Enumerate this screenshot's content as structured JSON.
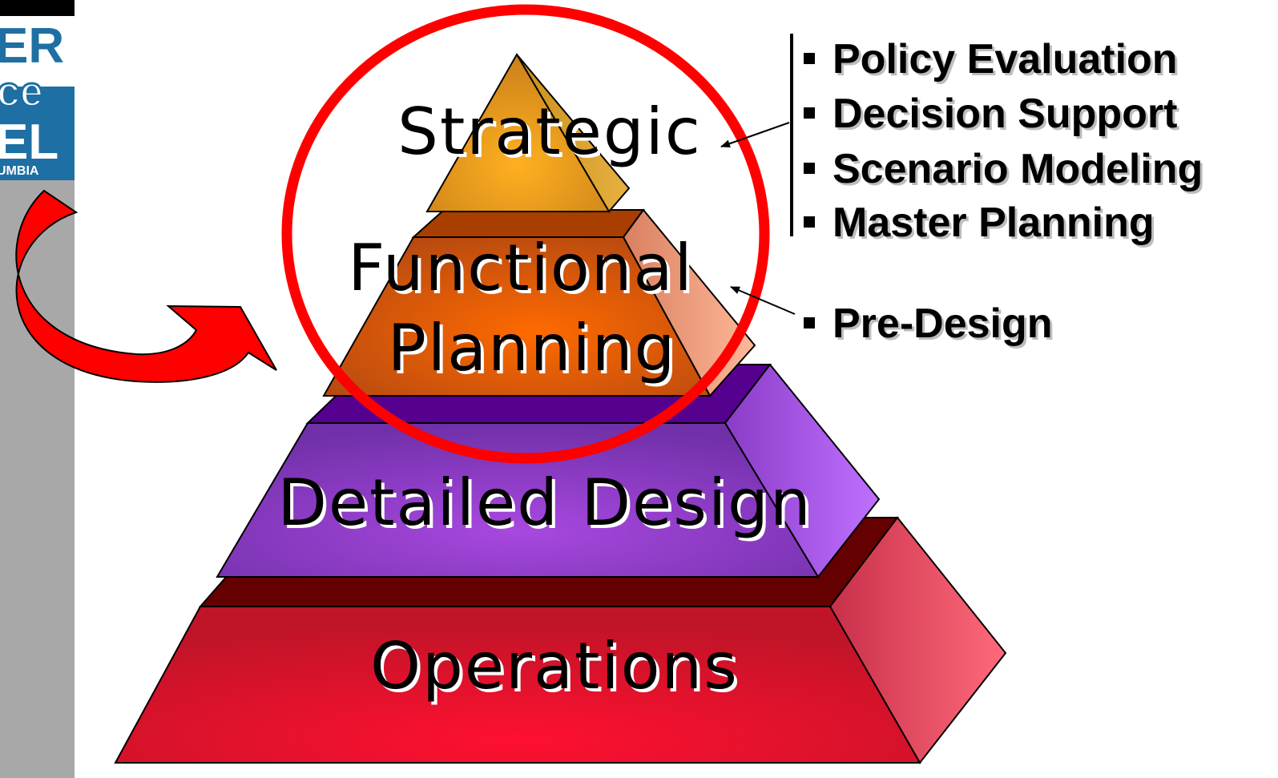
{
  "pyramid": {
    "tiers": [
      {
        "id": "strategic",
        "label": "Strategic"
      },
      {
        "id": "functional",
        "label_line1": "Functional",
        "label_line2": "Planning"
      },
      {
        "id": "detailed",
        "label": "Detailed Design"
      },
      {
        "id": "operations",
        "label": "Operations"
      }
    ]
  },
  "strategic_list": {
    "items": [
      "Policy Evaluation",
      "Decision Support",
      "Scenario Modeling",
      "Master Planning"
    ],
    "bullet": "▪"
  },
  "functional_list": {
    "items": [
      "Pre-Design"
    ],
    "bullet": "▪"
  },
  "logo": {
    "line1": "ER",
    "line2": "ce",
    "line3": "EL",
    "line4": "UMBIA"
  },
  "colors": {
    "highlight_circle": "#ff0000",
    "strategic": "#e8a020",
    "functional": "#e55a00",
    "detailed": "#8a3fc0",
    "operations": "#e0102a",
    "logo_blue": "#1e6fa3",
    "sidebar_gray": "#a8a8a8"
  }
}
